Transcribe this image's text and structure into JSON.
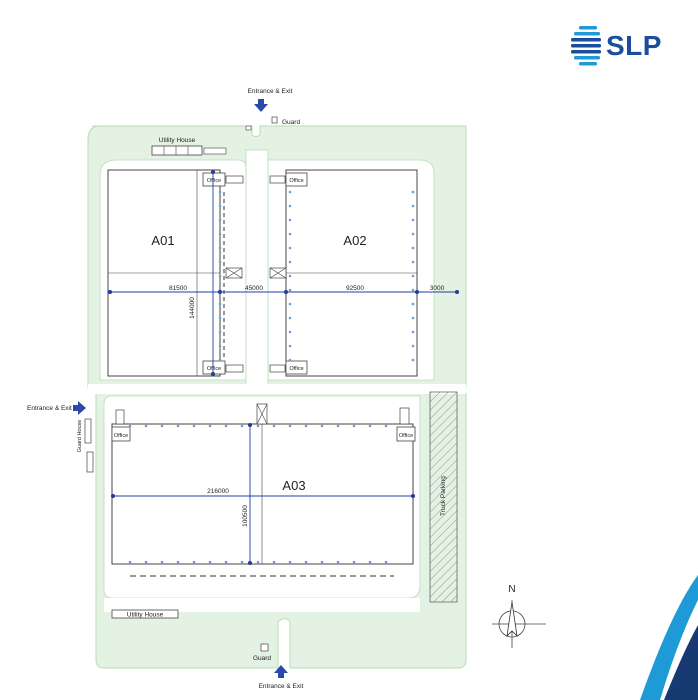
{
  "brand": {
    "name": "SLP"
  },
  "colors": {
    "site": "#e3f2e3",
    "site_stroke": "#b9dcb9",
    "wall": "#555555",
    "dim": "#1f3f9f",
    "arrow": "#2b4aa8",
    "brand": "#1a4e9c",
    "accent": "#1e9bd7",
    "dark_accent": "#173a73"
  },
  "labels": {
    "entrance_top": "Entrance & Exit",
    "entrance_left": "Entrance & Exit",
    "entrance_bottom": "Entrance & Exit",
    "guard_top": "Guard",
    "guard_bottom": "Guard",
    "guard_house": "Guard House",
    "utility_top": "Utility House",
    "utility_bottom": "Utility House",
    "truck_parking": "Truck Parking",
    "north": "N"
  },
  "buildings": {
    "a01": {
      "name": "A01",
      "office_top": "Office",
      "office_bottom": "Office"
    },
    "a02": {
      "name": "A02",
      "office_top": "Office",
      "office_bottom": "Office"
    },
    "a03": {
      "name": "A03",
      "office_left": "Office",
      "office_right": "Office"
    }
  },
  "dimensions": {
    "a01_width": "81500",
    "gap": "45000",
    "a02_width": "92500",
    "a02_side": "3000",
    "a01_depth": "144000",
    "a03_width": "216000",
    "a03_depth": "100500"
  }
}
